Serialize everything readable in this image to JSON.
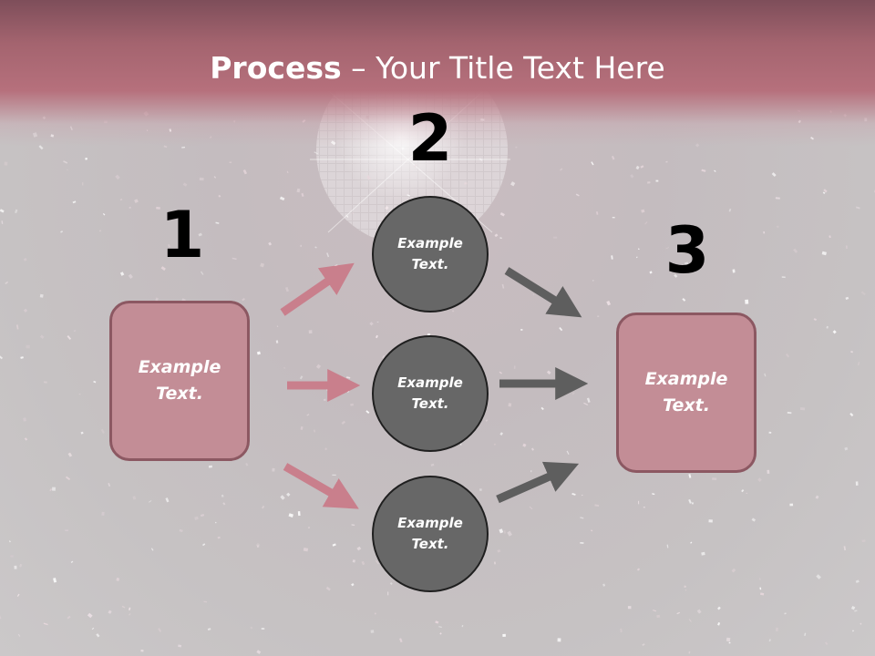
{
  "title": {
    "bold": "Process",
    "rest": " – Your Title Text Here"
  },
  "steps": [
    {
      "number": "1",
      "text_line1": "Example",
      "text_line2": "Text."
    },
    {
      "number": "2",
      "items": [
        {
          "text_line1": "Example",
          "text_line2": "Text."
        },
        {
          "text_line1": "Example",
          "text_line2": "Text."
        },
        {
          "text_line1": "Example",
          "text_line2": "Text."
        }
      ]
    },
    {
      "number": "3",
      "text_line1": "Example",
      "text_line2": "Text."
    }
  ],
  "colors": {
    "header": "#b6707c",
    "box_fill": "#c38d96",
    "box_border": "#8c5862",
    "circle_fill": "#676767",
    "pink_arrow": "#c97f8c",
    "gray_arrow": "#5e5e5e"
  },
  "background": "disco-ball-confetti"
}
